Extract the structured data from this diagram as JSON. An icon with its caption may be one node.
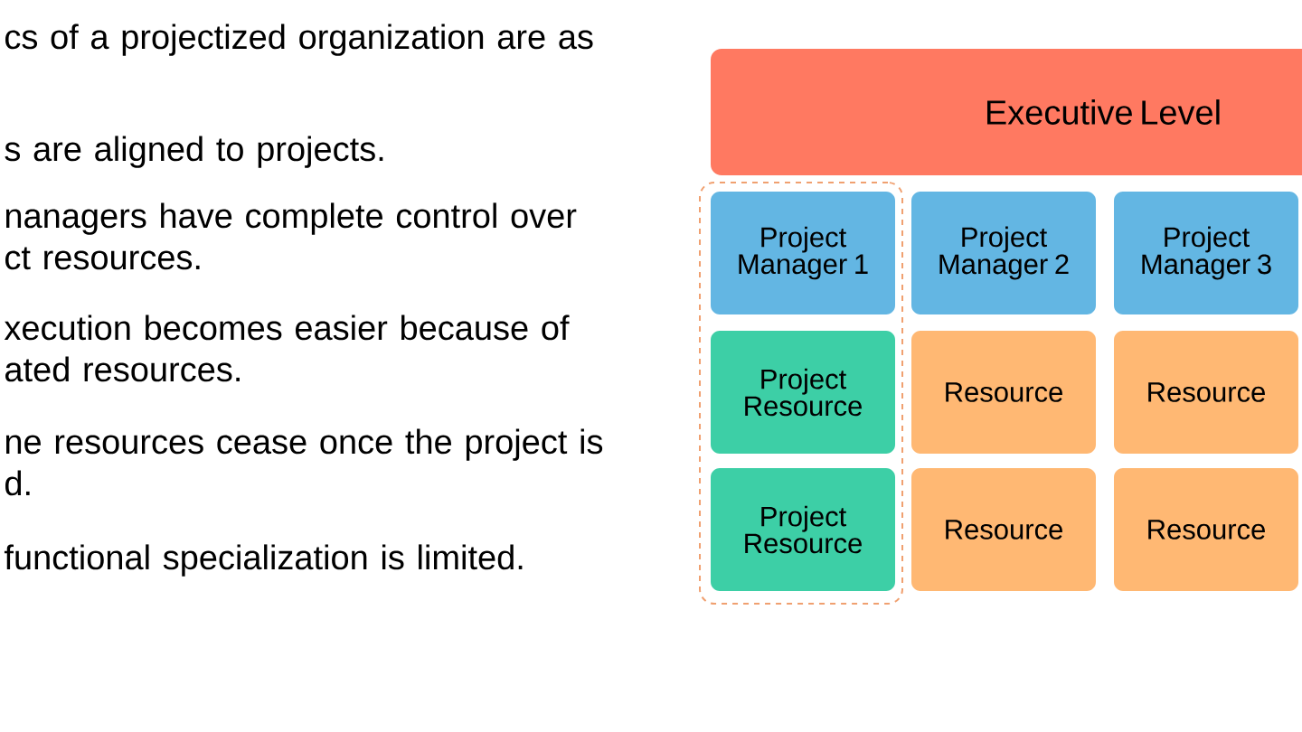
{
  "diagram": {
    "nodes": [
      {
        "text": [
          "Executive Level"
        ]
      },
      {
        "text": [],
        "shape": "box"
      },
      {
        "text": [
          "Project Manager 1"
        ],
        "in": 1
      },
      {
        "text": [
          "Project Manager 2"
        ]
      },
      {
        "text": [
          "Project Manager 3"
        ]
      },
      {
        "text": [
          "Project Resource"
        ],
        "in": 1
      },
      {
        "text": [
          "Resource"
        ]
      },
      {
        "text": [
          "Resource"
        ]
      },
      {
        "text": [
          "Project Resource"
        ],
        "in": 1
      },
      {
        "text": [
          "Resource"
        ]
      },
      {
        "text": [
          "Resource"
        ]
      }
    ],
    "labels": [
      "cs of a projectized organization are as",
      "s are aligned to projects.",
      "nanagers have complete control over ct resources.",
      "xecution becomes easier because of ated resources.",
      "ne resources cease once the project is d.",
      "functional specialization is limited."
    ]
  }
}
